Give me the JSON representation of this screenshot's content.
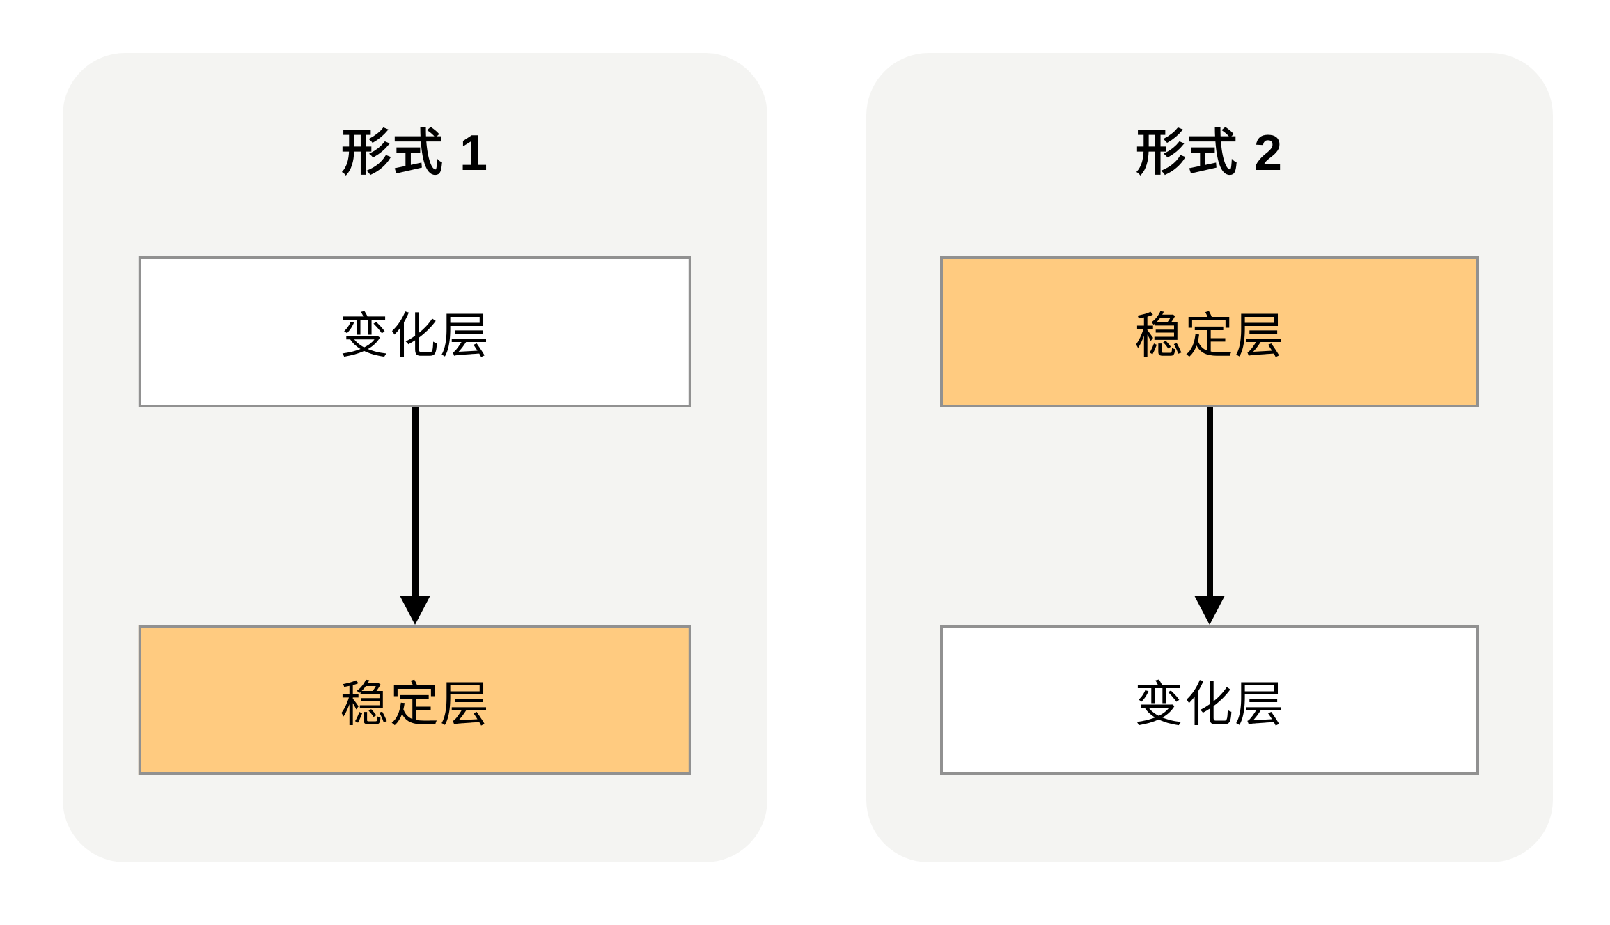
{
  "diagram": {
    "panels": [
      {
        "title": "形式 1",
        "boxes": [
          {
            "label": "变化层",
            "variant": "white"
          },
          {
            "label": "稳定层",
            "variant": "orange"
          }
        ]
      },
      {
        "title": "形式 2",
        "boxes": [
          {
            "label": "稳定层",
            "variant": "orange"
          },
          {
            "label": "变化层",
            "variant": "white"
          }
        ]
      }
    ],
    "colors": {
      "page_bg": "#FFFFFF",
      "panel_bg": "#F4F4F2",
      "box_white": "#FFFFFF",
      "box_orange": "#FFCB80",
      "box_border": "#919191",
      "arrow": "#000000",
      "text": "#000000"
    }
  }
}
